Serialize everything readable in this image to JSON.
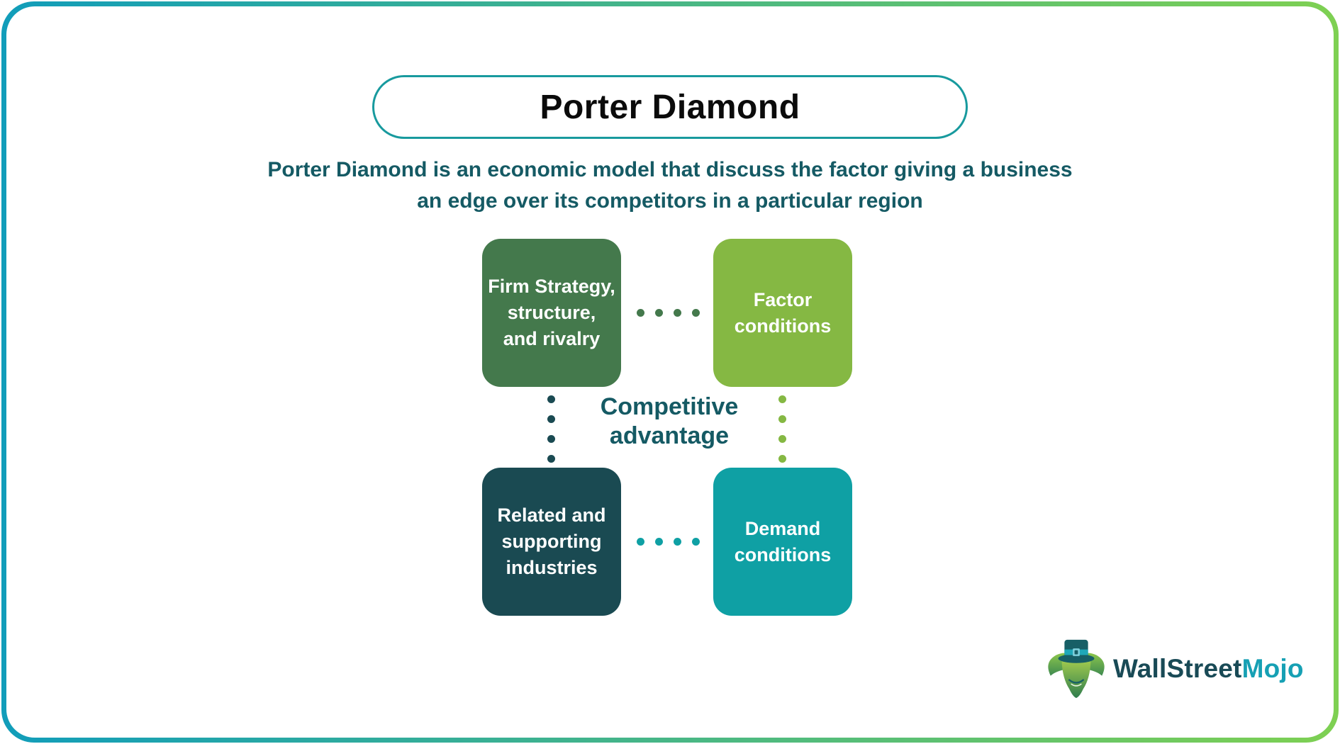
{
  "page": {
    "title": "Porter Diamond",
    "subtitle_lines": [
      "Porter Diamond is an economic model that discuss the factor giving a business",
      "an edge over its competitors in a particular region"
    ]
  },
  "diagram": {
    "center_label_lines": [
      "Competitive",
      "advantage"
    ],
    "boxes": [
      {
        "name": "firm-strategy-structure-rivalry",
        "lines": [
          "Firm Strategy,",
          "structure,",
          "and rivalry"
        ],
        "color": "#44794C"
      },
      {
        "name": "factor-conditions",
        "lines": [
          "Factor",
          "conditions"
        ],
        "color": "#85B843"
      },
      {
        "name": "related-supporting-industries",
        "lines": [
          "Related and",
          "supporting",
          "industries"
        ],
        "color": "#1A4A52"
      },
      {
        "name": "demand-conditions",
        "lines": [
          "Demand",
          "conditions"
        ],
        "color": "#0FA0A4"
      }
    ],
    "connectors": {
      "top_dots_color": "#44794C",
      "bottom_dots_color": "#0FA0A4",
      "left_dots_color": "#1A4A52",
      "right_dots_color": "#85B843"
    }
  },
  "branding": {
    "brand_name_primary": "WallStreet",
    "brand_name_accent": "Mojo"
  },
  "theme": {
    "frame_gradient_start": "#119DBA",
    "frame_gradient_end": "#7ED052",
    "title_pill_border": "#189A9E",
    "title_color": "#0B0B0B",
    "ink_teal": "#155A64",
    "brand_primary_color": "#194A56",
    "brand_accent_color": "#16A0B4",
    "mascot_hat_color": "#175F66",
    "mascot_band_color": "#1FA8B8",
    "mascot_body_light": "#A6CE4E",
    "mascot_body_dark": "#2F7D4D"
  }
}
